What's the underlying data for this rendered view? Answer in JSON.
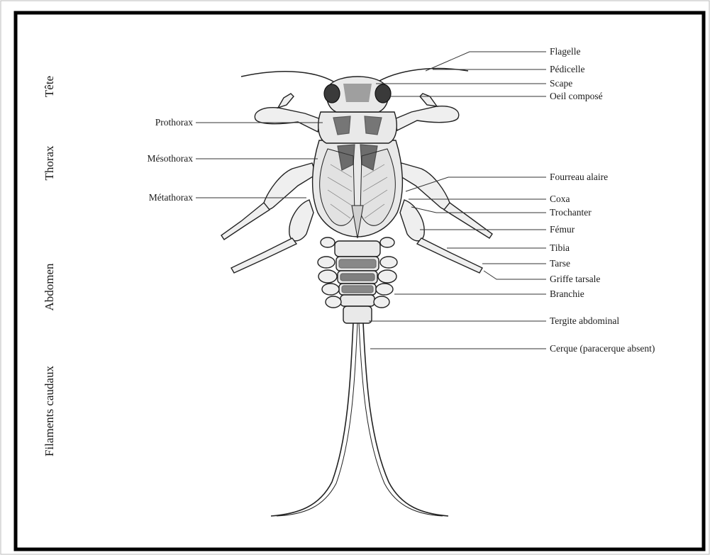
{
  "regions": {
    "head": "Tête",
    "thorax": "Thorax",
    "abdomen": "Abdomen",
    "tail": "Filaments caudaux"
  },
  "labels": {
    "flagelle": "Flagelle",
    "pedicelle": "Pédicelle",
    "scape": "Scape",
    "oeil": "Oeil composé",
    "prothorax": "Prothorax",
    "mesothorax": "Mésothorax",
    "metathorax": "Métathorax",
    "fourreau": "Fourreau alaire",
    "coxa": "Coxa",
    "trochanter": "Trochanter",
    "femur": "Fémur",
    "tibia": "Tibia",
    "tarse": "Tarse",
    "griffe": "Griffe tarsale",
    "branchie": "Branchie",
    "tergite": "Tergite abdominal",
    "cerque": "Cerque (paracerque absent)"
  }
}
